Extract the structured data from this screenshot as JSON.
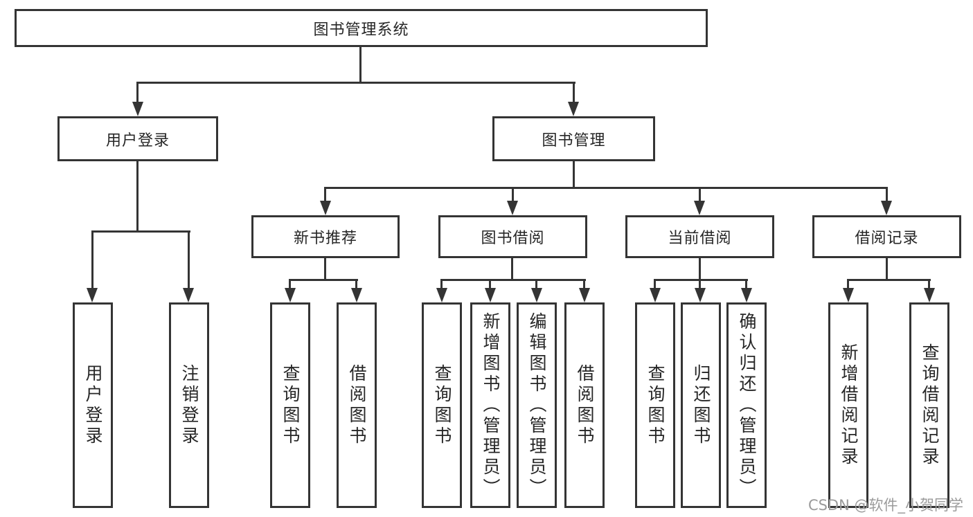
{
  "diagram": {
    "type": "hierarchy-tree",
    "orientation": "top-down",
    "colors": {
      "background": "#ffffff",
      "line": "#343434",
      "border": "#343434",
      "text": "#262626",
      "watermark_text": "#9b9b9b"
    },
    "watermark": "CSDN @软件_小贺同学"
  },
  "tree": {
    "label": "图书管理系统",
    "children": [
      {
        "label": "用户登录",
        "children": [
          {
            "label": "用户登录"
          },
          {
            "label": "注销登录"
          }
        ]
      },
      {
        "label": "图书管理",
        "children": [
          {
            "label": "新书推荐",
            "children": [
              {
                "label": "查询图书"
              },
              {
                "label": "借阅图书"
              }
            ]
          },
          {
            "label": "图书借阅",
            "children": [
              {
                "label": "查询图书"
              },
              {
                "label": "新增图书（管理员）"
              },
              {
                "label": "编辑图书（管理员）"
              },
              {
                "label": "借阅图书"
              }
            ]
          },
          {
            "label": "当前借阅",
            "children": [
              {
                "label": "查询图书"
              },
              {
                "label": "归还图书"
              },
              {
                "label": "确认归还（管理员）"
              }
            ]
          },
          {
            "label": "借阅记录",
            "children": [
              {
                "label": "新增借阅记录"
              },
              {
                "label": "查询借阅记录"
              }
            ]
          }
        ]
      }
    ]
  }
}
